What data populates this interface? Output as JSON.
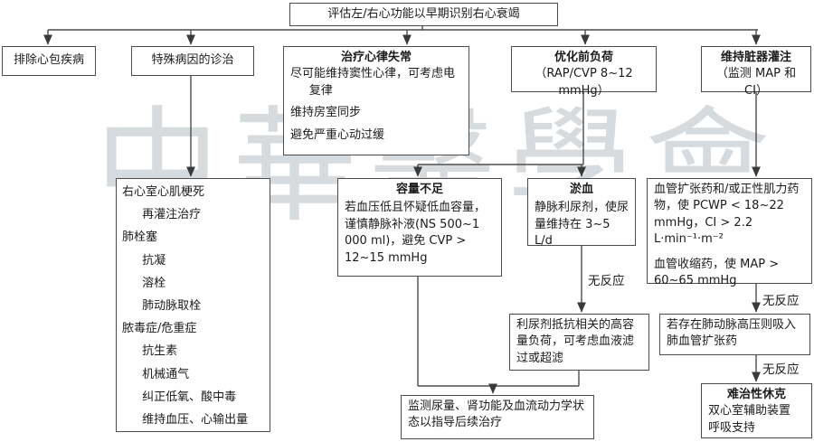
{
  "watermark_text": "中華醫學會",
  "labels": {
    "no_response": "无反应"
  },
  "flow": {
    "root": "评估左/右心功能以早期识别右心衰竭",
    "exclude": "排除心包疾病",
    "special": "特殊病因的诊治",
    "arrhythmia": {
      "title": "治疗心律失常",
      "item1": "尽可能维持窦性心律，可考虑电复律",
      "item2": "维持房室同步",
      "item3": "避免严重心动过缓"
    },
    "preload": {
      "title": "优化前负荷",
      "subtitle": "（RAP/CVP 8~12 mmHg）"
    },
    "perfusion": {
      "title": "维持脏器灌注",
      "subtitle": "（监测 MAP 和 CI）"
    },
    "etiology": {
      "items": [
        "右心室心肌梗死",
        "再灌注治疗",
        "肺栓塞",
        "抗凝",
        "溶栓",
        "肺动脉取栓",
        "脓毒症/危重症",
        "抗生素",
        "机械通气",
        "纠正低氧、酸中毒",
        "维持血压、心输出量"
      ]
    },
    "volume": {
      "title": "容量不足",
      "body": "若血压低且怀疑低血容量，谨慎静脉补液(NS 500~1 000 ml)，避免 CVP > 12~15 mmHg"
    },
    "stasis": {
      "title": "淤血",
      "body": "静脉利尿剂，使尿量维持在 3~5 L/d"
    },
    "vaso": {
      "para1": "血管扩张药和/或正性肌力药物，使 PCWP < 18~22 mmHg，CI > 2.2 L·min⁻¹·m⁻²",
      "para2": "血管收缩药，使 MAP > 60~65 mmHg"
    },
    "diuretic": {
      "body": "利尿剂抵抗相关的高容量负荷，可考虑血液滤过或超滤"
    },
    "pah": {
      "body": "若存在肺动脉高压则吸入肺血管扩张药"
    },
    "shock": {
      "title": "难治性休克",
      "line1": "双心室辅助装置",
      "line2": "呼吸支持"
    },
    "monitor": {
      "body": "监测尿量、肾功能及血流动力学状态以指导后续治疗"
    }
  },
  "colors": {
    "line": "#4c4c4c",
    "border": "#4c4c4c",
    "text": "#1b1b1b",
    "watermark": "#d7dbde"
  }
}
